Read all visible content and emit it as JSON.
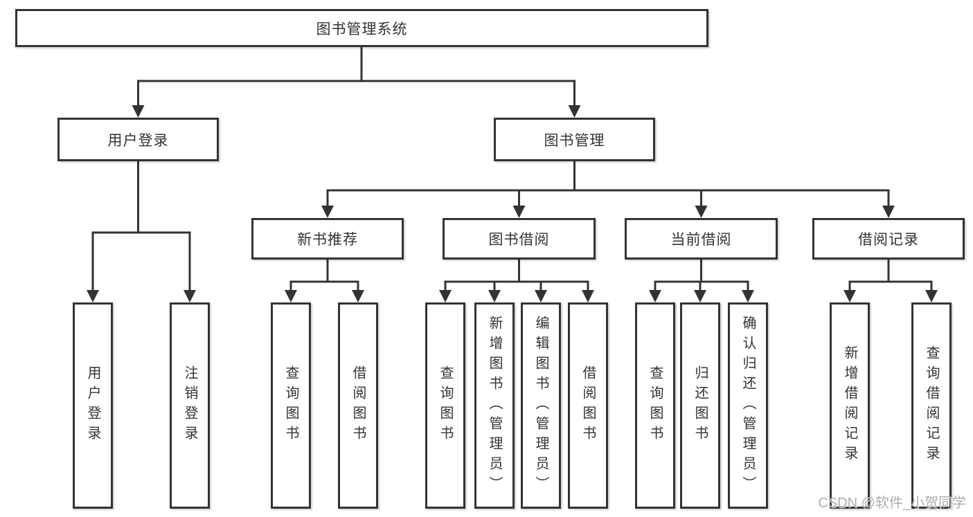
{
  "tree": {
    "root": {
      "label": "图书管理系统"
    },
    "children": [
      {
        "label": "用户登录",
        "children": [
          {
            "label": "用户登录"
          },
          {
            "label": "注销登录"
          }
        ]
      },
      {
        "label": "图书管理",
        "children": [
          {
            "label": "新书推荐",
            "children": [
              {
                "label": "查询图书"
              },
              {
                "label": "借阅图书"
              }
            ]
          },
          {
            "label": "图书借阅",
            "children": [
              {
                "label": "查询图书"
              },
              {
                "label": "新增图书（管理员）"
              },
              {
                "label": "编辑图书（管理员）"
              },
              {
                "label": "借阅图书"
              }
            ]
          },
          {
            "label": "当前借阅",
            "children": [
              {
                "label": "查询图书"
              },
              {
                "label": "归还图书"
              },
              {
                "label": "确认归还（管理员）"
              }
            ]
          },
          {
            "label": "借阅记录",
            "children": [
              {
                "label": "新增借阅记录"
              },
              {
                "label": "查询借阅记录"
              }
            ]
          }
        ]
      }
    ]
  },
  "watermark": "CSDN @软件_小贺同学",
  "colors": {
    "line": "#333333",
    "box_border": "#333333",
    "text": "#333333",
    "background": "#ffffff",
    "watermark": "#9e9e9e"
  }
}
